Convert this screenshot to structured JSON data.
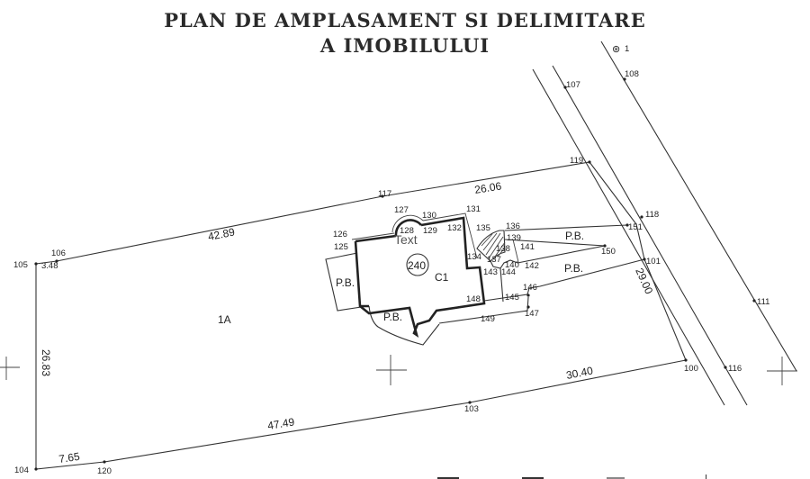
{
  "title": {
    "line1": "PLAN DE AMPLASAMENT SI DELIMITARE",
    "line2": "A IMOBILULUI"
  },
  "north_marker": {
    "symbol": "⊛",
    "label": "1"
  },
  "parcel": {
    "id": "1A",
    "building": {
      "code": "C1",
      "area_label": "240",
      "overlay_text": "Text"
    },
    "annex_labels": [
      "P.B.",
      "P.B.",
      "P.B.",
      "P.B."
    ]
  },
  "dimensions": {
    "d_105_106": "3.48",
    "d_106_117": "42.89",
    "d_117_119": "26.06",
    "d_101_100": "29.00",
    "d_100_103": "30.40",
    "d_103_120": "47.49",
    "d_120_104": "7.65",
    "d_104_105": "26.83"
  },
  "points": {
    "p100": "100",
    "p101": "101",
    "p103": "103",
    "p104": "104",
    "p105": "105",
    "p106": "106",
    "p107": "107",
    "p108": "108",
    "p111": "111",
    "p116": "116",
    "p117": "117",
    "p118": "118",
    "p119": "119",
    "p120": "120",
    "p125": "125",
    "p126": "126",
    "p127": "127",
    "p128": "128",
    "p129": "129",
    "p130": "130",
    "p131": "131",
    "p132": "132",
    "p134": "134",
    "p135": "135",
    "p136": "136",
    "p137": "137",
    "p138": "138",
    "p139": "139",
    "p140": "140",
    "p141": "141",
    "p142": "142",
    "p143": "143",
    "p144": "144",
    "p145": "145",
    "p146": "146",
    "p147": "147",
    "p148": "148",
    "p149": "149",
    "p150": "150",
    "p151": "151"
  },
  "colors": {
    "ink": "#222222",
    "paper": "#ffffff"
  }
}
